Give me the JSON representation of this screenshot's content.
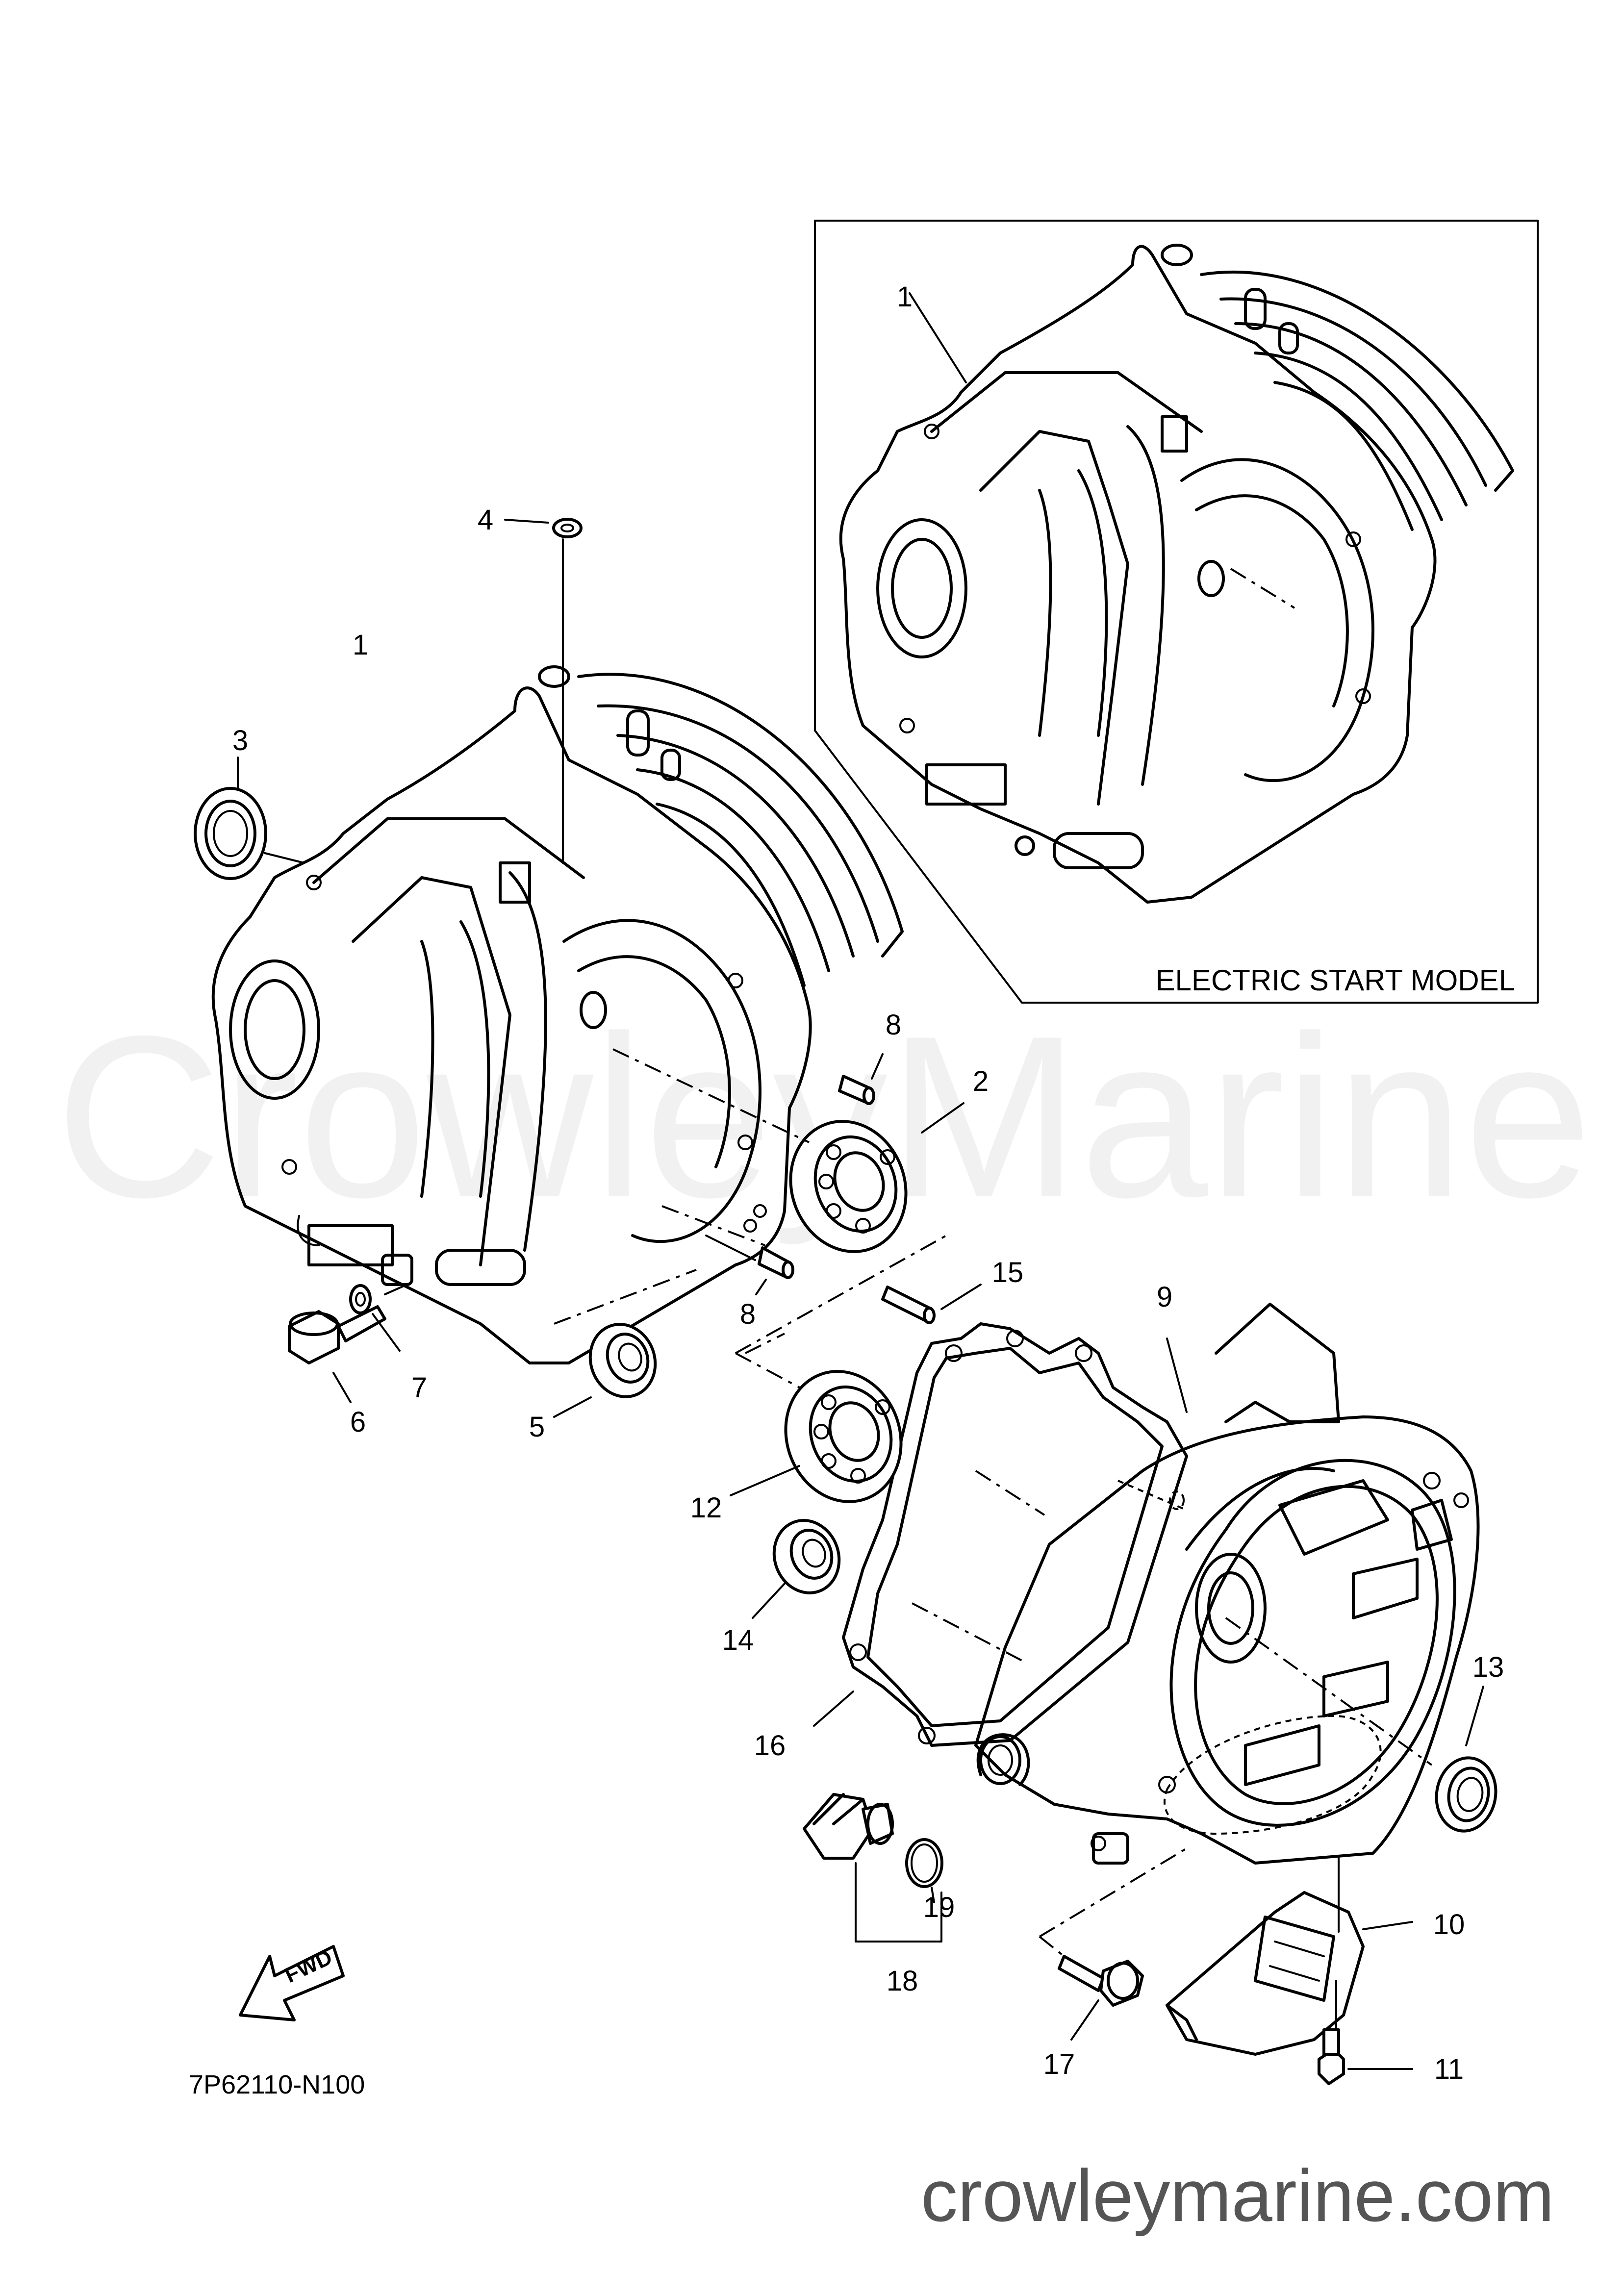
{
  "inset": {
    "label": "ELECTRIC START MODEL"
  },
  "part_code": "7P62110-N100",
  "watermark": "CrowleyMarine",
  "website": "crowleymarine.com",
  "fwd_label": "FWD",
  "callouts": [
    "1",
    "1",
    "2",
    "3",
    "4",
    "5",
    "6",
    "7",
    "8",
    "8",
    "9",
    "10",
    "11",
    "12",
    "13",
    "14",
    "15",
    "16",
    "17",
    "18",
    "19"
  ]
}
